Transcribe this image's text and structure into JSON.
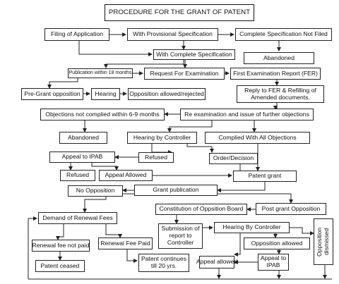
{
  "title": "PROCEDURE FOR THE GRANT OF PATENT",
  "nodes": {
    "filing": "Filing of Application",
    "provisional": "With Provisional Specification",
    "complete_not_filed": "Complete Specification Not Filed",
    "with_complete": "With Complete Specification",
    "abandoned_1": "Abandoned",
    "publication": "Publication within 18 months",
    "request_exam": "Request For Examination",
    "fer": "First Examination Report (FER)",
    "pre_grant": "Pre-Grant opposition",
    "hearing_1": "Hearing",
    "opp_allowed_rejected": "Opposition allowed/rejected",
    "reply_fer": "Reply to FER & Refilling of Amended documents.",
    "objections_not_complied": "Objections not complied within 6-9 months",
    "re_exam": "Re examination and issue of further objections",
    "abandoned_2": "Abandoned",
    "hearing_controller": "Hearing by Controller",
    "complied_all": "Complied With All Objections",
    "appeal_ipab_1": "Appeal to IPAB",
    "refused_1": "Refused",
    "order_decision": "Order/Decision",
    "refused_2": "Refused",
    "appeal_allowed_1": "Appeal Allowed",
    "patent_grant": "Patent grant",
    "no_opposition": "No Opposition",
    "grant_publication": "Grant publication",
    "constitution_board": "Constitution of Oppsition Board",
    "post_grant": "Post grant Opposition",
    "demand_renewal": "Demand of Renewal Fees",
    "submission_report": "Submission of report to Controller",
    "hearing_by_controller": "Hearing By Controller",
    "opposition_dismissed": "Opposition dismissed",
    "renewal_not_paid": "Renewal fee not paid",
    "renewal_paid": "Renewal Fee Paid",
    "opposition_allowed": "Opposition allowed",
    "patent_ceased": "Patent ceased",
    "patent_continues": "Patent continues till 20 yrs.",
    "appeal_allowed_2": "Appeal allowed",
    "appeal_ipab_2": "Appeal to IPAB"
  }
}
